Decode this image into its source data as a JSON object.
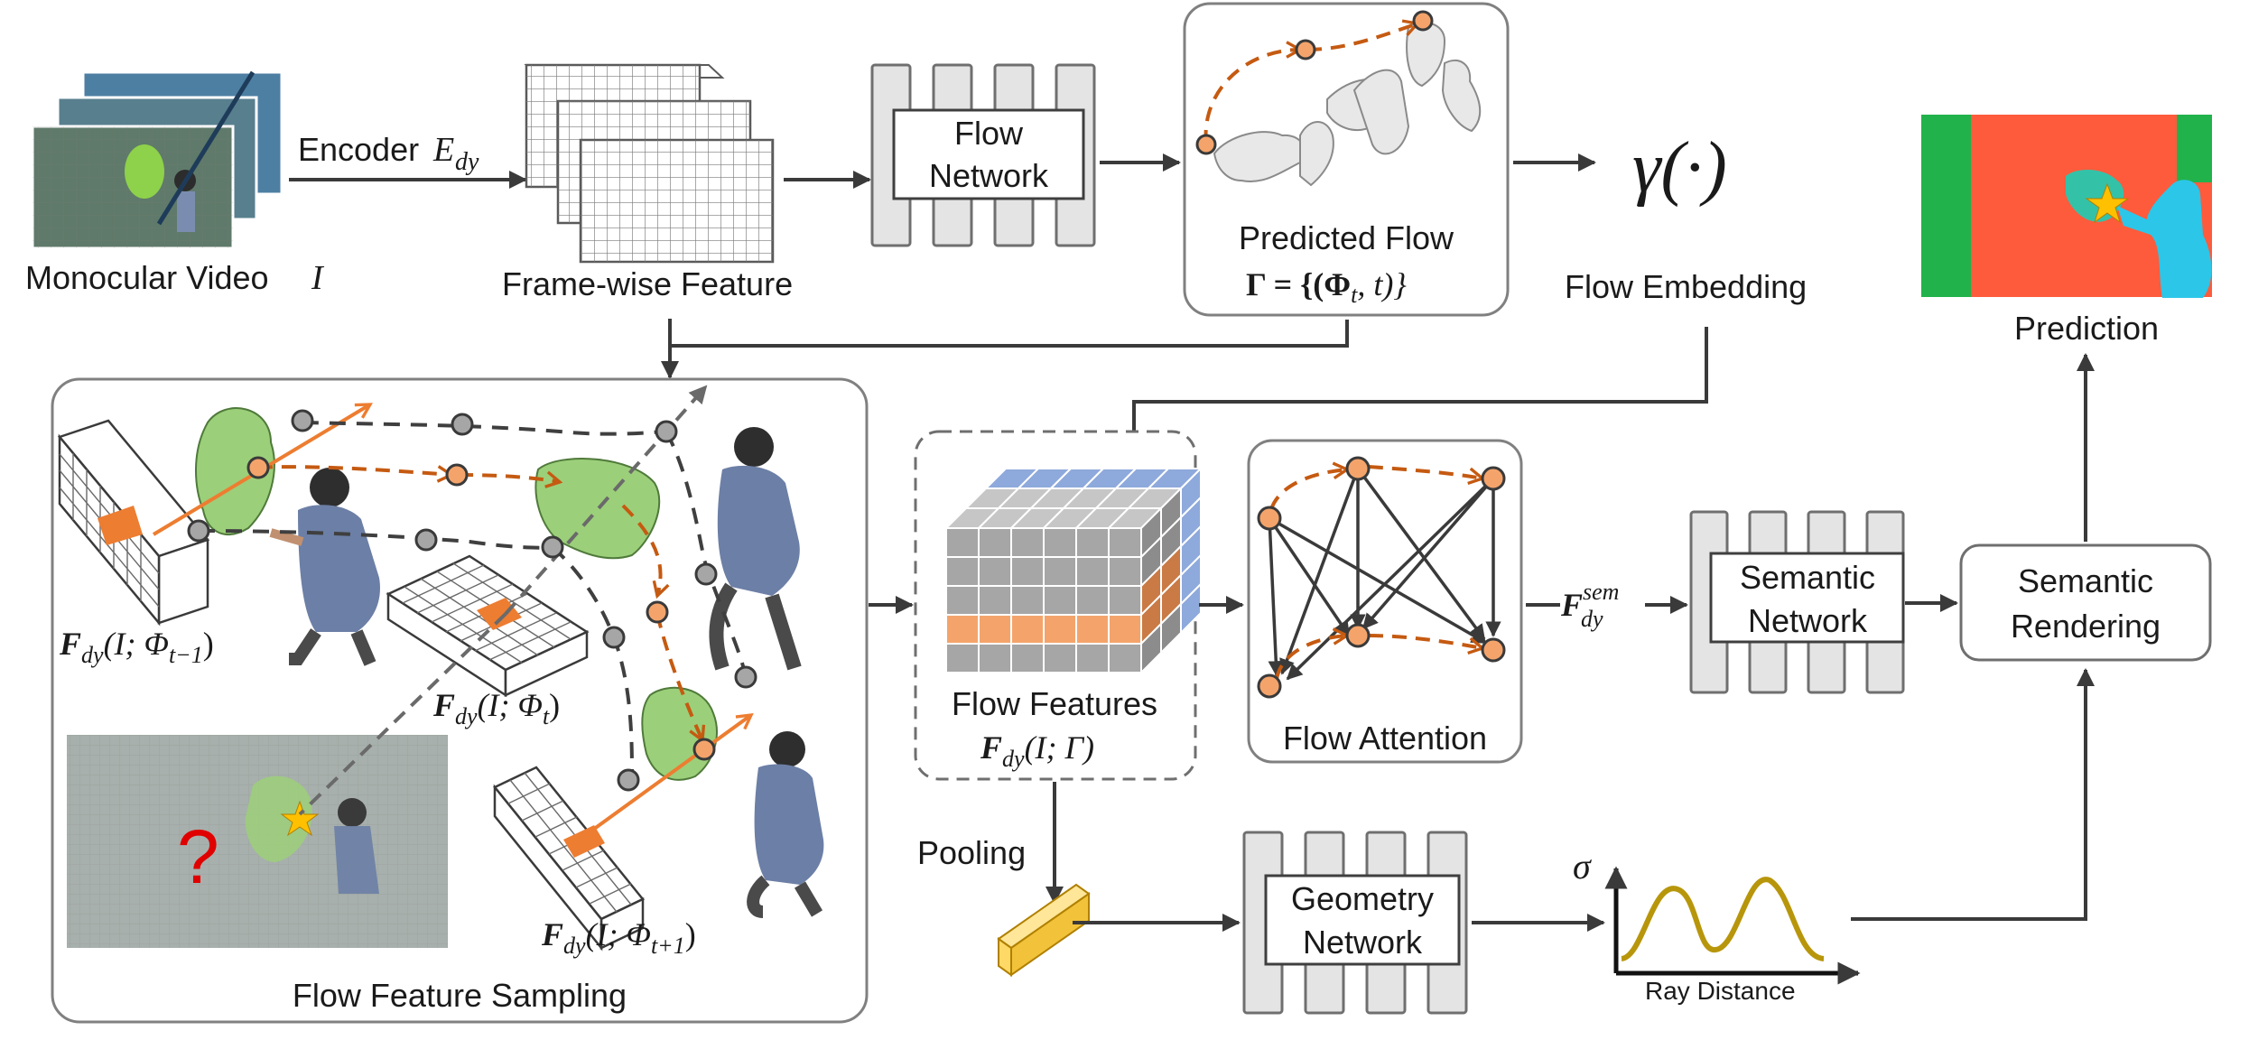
{
  "labels": {
    "monocular_video": "Monocular Video",
    "monocular_video_sym": "I",
    "encoder": "Encoder",
    "encoder_sym": "E",
    "encoder_sub": "dy",
    "frame_wise_feature": "Frame-wise Feature",
    "flow_network_line1": "Flow",
    "flow_network_line2": "Network",
    "predicted_flow": "Predicted Flow",
    "predicted_flow_formula": "Γ = {(Φ",
    "predicted_flow_formula_sub": "t",
    "predicted_flow_formula_end": ", t)}",
    "gamma": "γ(·)",
    "flow_embedding": "Flow Embedding",
    "prediction": "Prediction",
    "flow_feature_sampling": "Flow Feature Sampling",
    "f_prev": "F",
    "f_prev_sub": "dy",
    "f_prev_args": "(I; Φ",
    "f_prev_idx": "t−1",
    "f_cur": "F",
    "f_cur_sub": "dy",
    "f_cur_args": "(I; Φ",
    "f_cur_idx": "t",
    "f_next": "F",
    "f_next_sub": "dy",
    "f_next_args": "(I; Φ",
    "f_next_idx": "t+1",
    "close_paren": ")",
    "question": "?",
    "flow_features": "Flow Features",
    "flow_features_formula": "F",
    "flow_features_sub": "dy",
    "flow_features_args": "(I; Γ)",
    "flow_attention": "Flow Attention",
    "f_sem": "F",
    "f_sem_sup": "sem",
    "f_sem_sub": "dy",
    "semantic_network_line1": "Semantic",
    "semantic_network_line2": "Network",
    "semantic_rendering_line1": "Semantic",
    "semantic_rendering_line2": "Rendering",
    "pooling": "Pooling",
    "geometry_network_line1": "Geometry",
    "geometry_network_line2": "Network",
    "sigma": "σ",
    "ray_distance": "Ray Distance"
  },
  "colors": {
    "orange": "#ed7d31",
    "orange_dark": "#c55a11",
    "node_orange": "#f4a46b",
    "node_gray": "#a6a6a6",
    "net_gray": "#e4e4e4",
    "curve": "#b8960b",
    "seg_red": "#fe5b3c",
    "seg_green": "#21b24b",
    "seg_teal": "#33c2a8",
    "seg_cyan": "#2cc6e8",
    "star": "#ffc000",
    "pool_yellow": "#ffd966",
    "feature_blue": "#8ea9db",
    "question_red": "#e00000"
  },
  "icons": {
    "star": "star-icon",
    "question": "question-mark-icon"
  }
}
